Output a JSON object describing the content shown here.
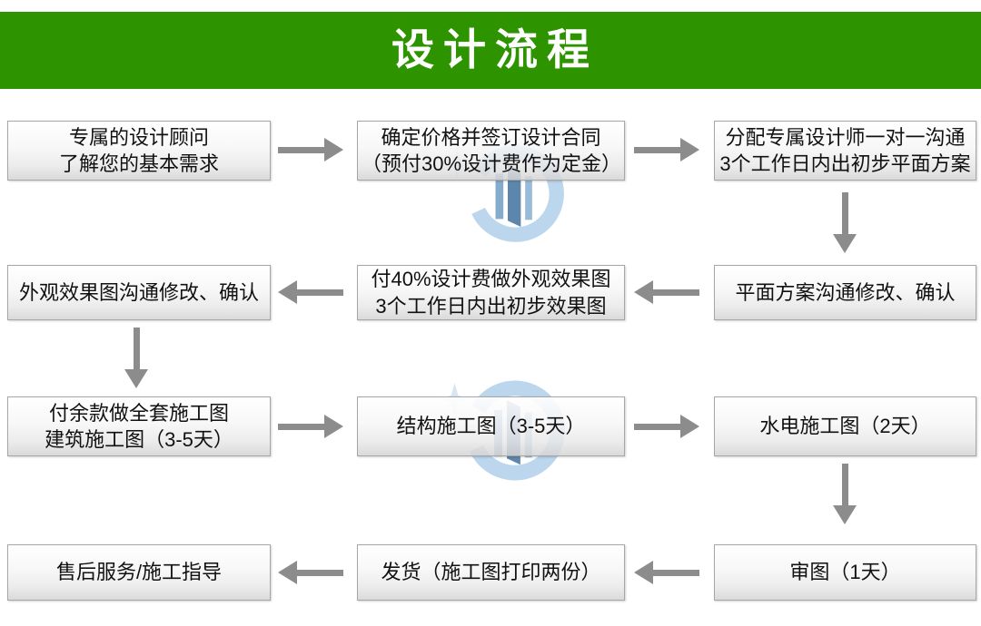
{
  "header": {
    "title": "设计流程"
  },
  "flow": {
    "rows": [
      {
        "cells": [
          "专属的设计顾问\n了解您的基本需求",
          "确定价格并签订设计合同\n（预付30%设计费作为定金）",
          "分配专属设计师一对一沟通\n3个工作日内出初步平面方案"
        ]
      },
      {
        "cells": [
          "外观效果图沟通修改、确认",
          "付40%设计费做外观效果图\n3个工作日内出初步效果图",
          "平面方案沟通修改、确认"
        ]
      },
      {
        "cells": [
          "付余款做全套施工图\n建筑施工图（3-5天）",
          "结构施工图（3-5天）",
          "水电施工图（2天）"
        ]
      },
      {
        "cells": [
          "售后服务/施工指导",
          "发货（施工图打印两份）",
          "审图（1天）"
        ]
      }
    ]
  },
  "colors": {
    "banner-green": "#2d9400",
    "arrow-gray": "#8c8c8c",
    "box-border": "#a6a6a6",
    "text-black": "#111111",
    "watermark-blue": "#b0d0ea",
    "watermark-blue-dark": "#41719f"
  }
}
